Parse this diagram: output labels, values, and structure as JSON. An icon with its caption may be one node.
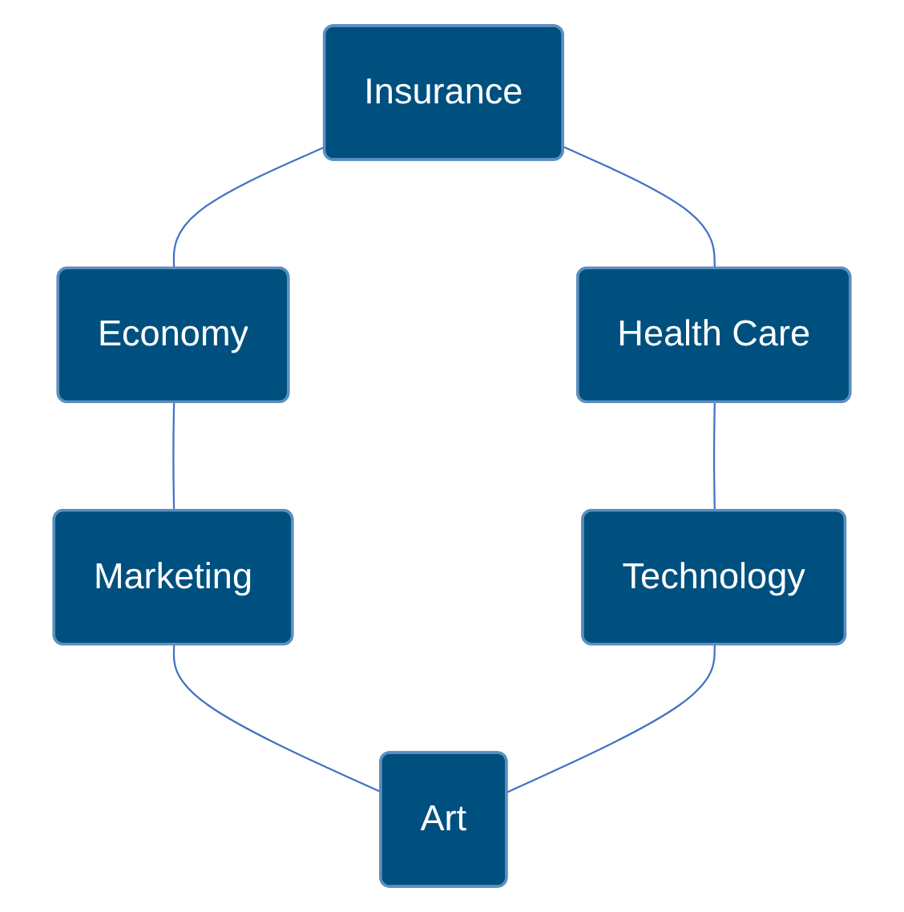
{
  "diagram": {
    "nodes": [
      {
        "text": [
          "Insurance"
        ]
      },
      {
        "text": [
          "Economy"
        ]
      },
      {
        "text": [
          "Marketing"
        ]
      },
      {
        "text": [
          "Art"
        ]
      },
      {
        "text": [
          "Technology"
        ]
      },
      {
        "text": [
          "Health Care"
        ]
      }
    ],
    "edges": [
      {
        "from": 0,
        "to": 1,
        "arrow": "none"
      },
      {
        "from": 1,
        "to": 2,
        "arrow": "none"
      },
      {
        "from": 2,
        "to": 3,
        "arrow": "none"
      },
      {
        "from": 4,
        "to": 3,
        "arrow": "none"
      },
      {
        "from": 5,
        "to": 4,
        "arrow": "none"
      },
      {
        "from": 0,
        "to": 5,
        "arrow": "none"
      }
    ]
  }
}
